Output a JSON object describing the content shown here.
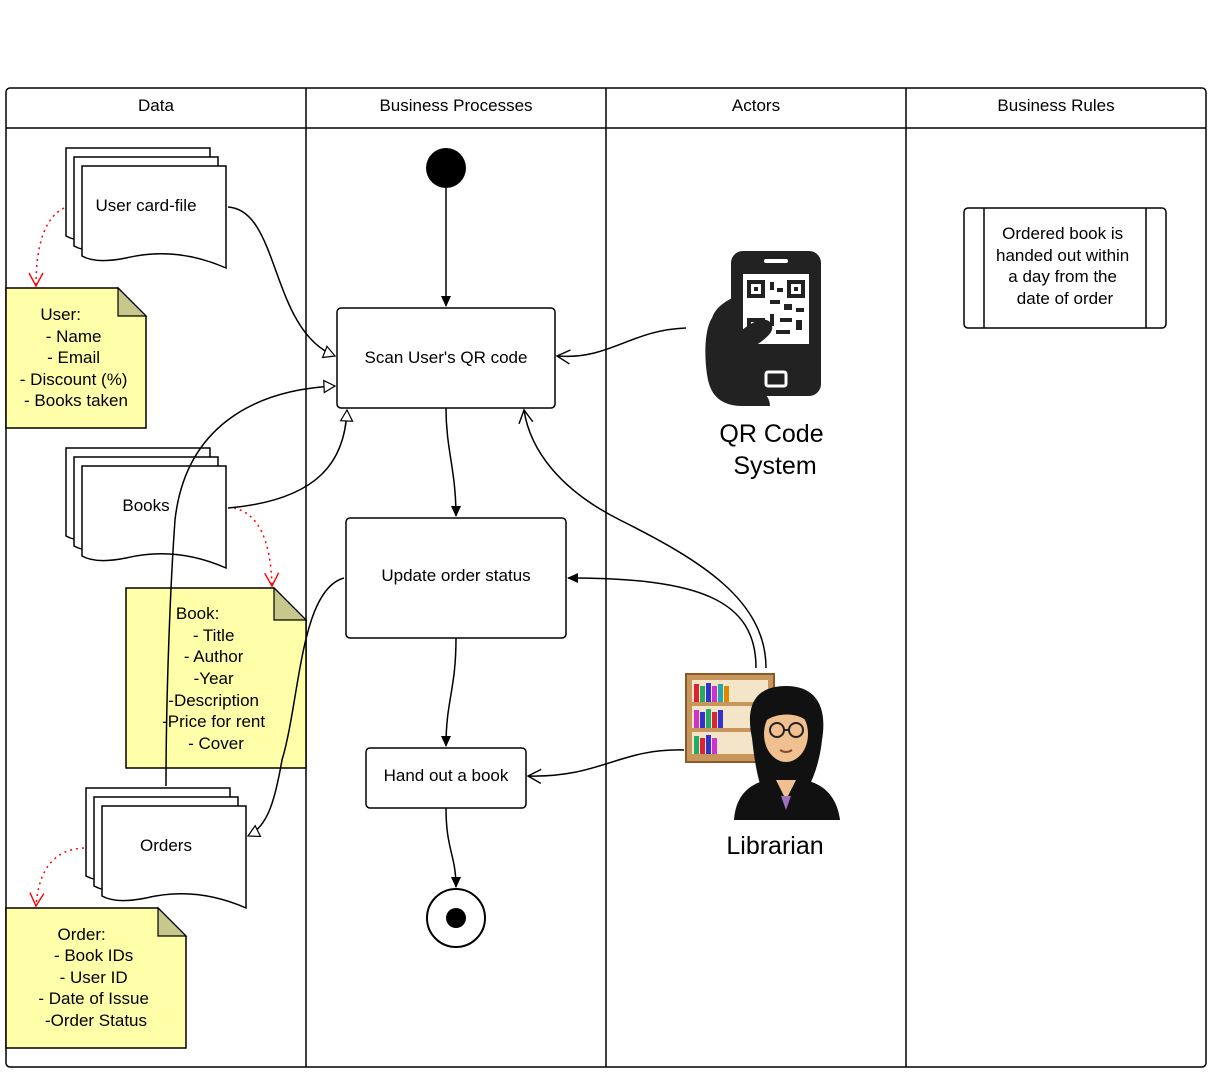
{
  "lanes": [
    {
      "title": "Data"
    },
    {
      "title": "Business Processes"
    },
    {
      "title": "Actors"
    },
    {
      "title": "Business Rules"
    }
  ],
  "data_objects": {
    "user_card_file": "User card-file",
    "books": "Books",
    "orders": "Orders"
  },
  "notes": {
    "user": [
      "User:",
      "- Name",
      "- Email",
      "- Discount (%)",
      "- Books taken"
    ],
    "book": [
      "Book:",
      "- Title",
      "- Author",
      "-Year",
      "-Description",
      "-Price for rent",
      "- Cover"
    ],
    "order": [
      "Order:",
      "- Book IDs",
      "- User ID",
      "- Date of Issue",
      "-Order Status"
    ]
  },
  "activities": {
    "scan_qr": "Scan User's QR code",
    "update_order": "Update order status",
    "hand_out": "Hand out a book"
  },
  "actors": {
    "qr_system": [
      "QR Code",
      "System"
    ],
    "librarian": "Librarian"
  },
  "business_rule": [
    "Ordered book is",
    "handed out within",
    "a day from the",
    "date of order"
  ],
  "colors": {
    "note_fill": "#ffffaa",
    "note_fold": "#c8c88c",
    "dependency": "#ff0000",
    "line": "#000000"
  }
}
